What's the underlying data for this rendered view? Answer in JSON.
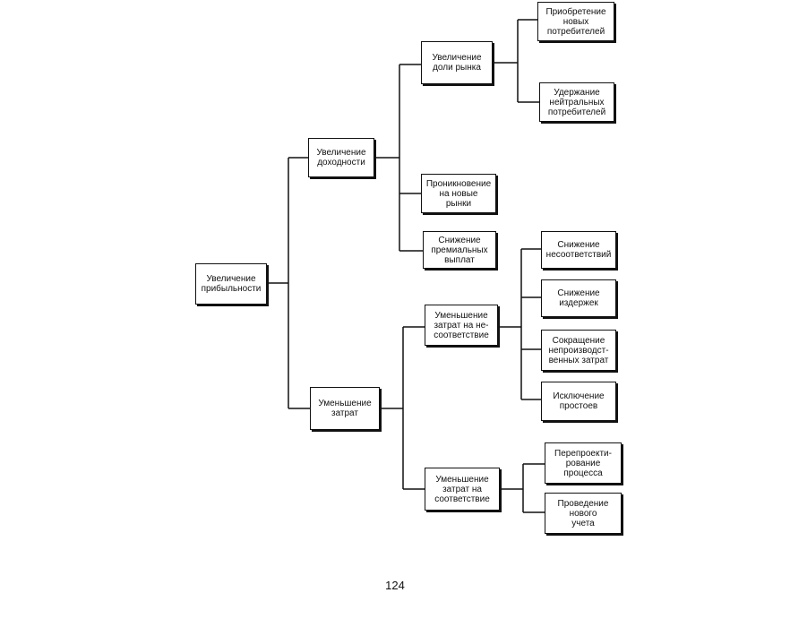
{
  "diagram": {
    "root": "Увеличение\nприбыльности",
    "level1": {
      "income": "Увеличение\nдоходности",
      "costs": "Уменьшение\nзатрат"
    },
    "level2": {
      "market_share": "Увеличение\nдоли рынка",
      "new_markets": "Проникновение\nна новые\nрынки",
      "premiums": "Снижение\nпремиальных\nвыплат",
      "nonconformance": "Уменьшение\nзатрат на не-\nсоответствие",
      "conformance": "Уменьшение\nзатрат на\nсоответствие"
    },
    "level3": {
      "acquire": "Приобретение\nновых\nпотребителей",
      "retain": "Удержание\nнейтральных\nпотребителей",
      "reduce_nonconf": "Снижение\nнесоответствий",
      "reduce_costs": "Снижение\nиздержек",
      "unproductive": "Сокращение\nнепроизводст-\nвенных затрат",
      "downtime": "Исключение\nпростоев",
      "redesign": "Перепроекти-\nрование\nпроцесса",
      "accounting": "Проведение\nнового\nучета"
    }
  },
  "page_number": "124"
}
